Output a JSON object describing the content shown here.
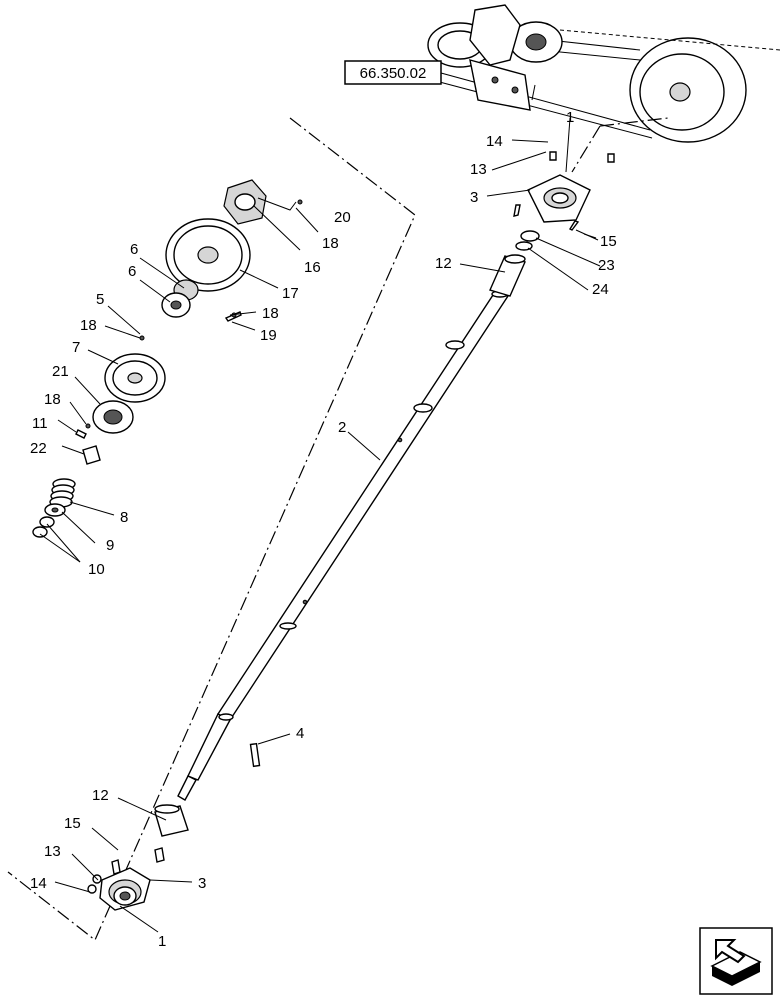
{
  "reference_box": "66.350.02",
  "callouts": {
    "c1_top": "1",
    "c14_top": "14",
    "c13_top": "13",
    "c3_top": "3",
    "c15_top": "15",
    "c23": "23",
    "c24": "24",
    "c12_top": "12",
    "c20": "20",
    "c18_a": "18",
    "c16": "16",
    "c17": "17",
    "c18_b": "18",
    "c19": "19",
    "c6_a": "6",
    "c6_b": "6",
    "c5": "5",
    "c18_c": "18",
    "c7": "7",
    "c21": "21",
    "c18_d": "18",
    "c11": "11",
    "c22": "22",
    "c8": "8",
    "c9": "9",
    "c10": "10",
    "c2": "2",
    "c4": "4",
    "c12_bot": "12",
    "c15_bot": "15",
    "c13_bot": "13",
    "c3_bot": "3",
    "c14_bot": "14",
    "c1_bot": "1"
  },
  "nav_icon": "back-arrow-icon"
}
